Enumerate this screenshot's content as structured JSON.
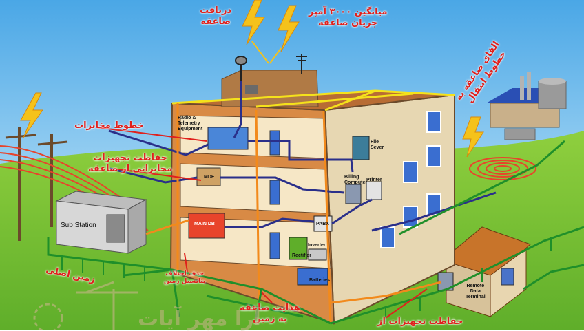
{
  "labels": {
    "receive_lightning": "دریافت\nصاعقه",
    "avg_current": "میانگین ۳۰۰۰ آمپر\nجریان صاعقه",
    "induction": "القای صاعقه به\nخطوط انتقال",
    "telecom_lines": "خطوط مخابرات",
    "telecom_protection": "حفاظت تجهیزات\nمخابراتی از صاعقه",
    "main_ground": "زمین اصلی",
    "potential_diff": "حذف اختلاف\nپتانسیل زمین",
    "conduct_ground": "هدایت صاعقه\nبه زمین",
    "equipment_protection": "حفاظت تجهیزات از"
  },
  "equipment": {
    "radio": "Radio &\nTelemetry\nEquipment",
    "mdf": "MDF",
    "main_db": "MAIN DB",
    "file_server": "File\nSever",
    "billing": "Billing\nComputer",
    "printer": "Printer",
    "pabx": "PABX",
    "inverter": "Inverter",
    "rectifier": "Rectifier",
    "batteries": "Batteries",
    "substation": "Sub Station",
    "remote": "Remote\nData\nTerminal"
  },
  "watermark": "آرا   مهر   آیات",
  "colors": {
    "ground_wire": "#1f8f2a",
    "lightning_wire": "#f28a1c",
    "signal_wire": "#2a2f8a",
    "text_red": "#e0201c",
    "bolt": "#f5c21b"
  }
}
